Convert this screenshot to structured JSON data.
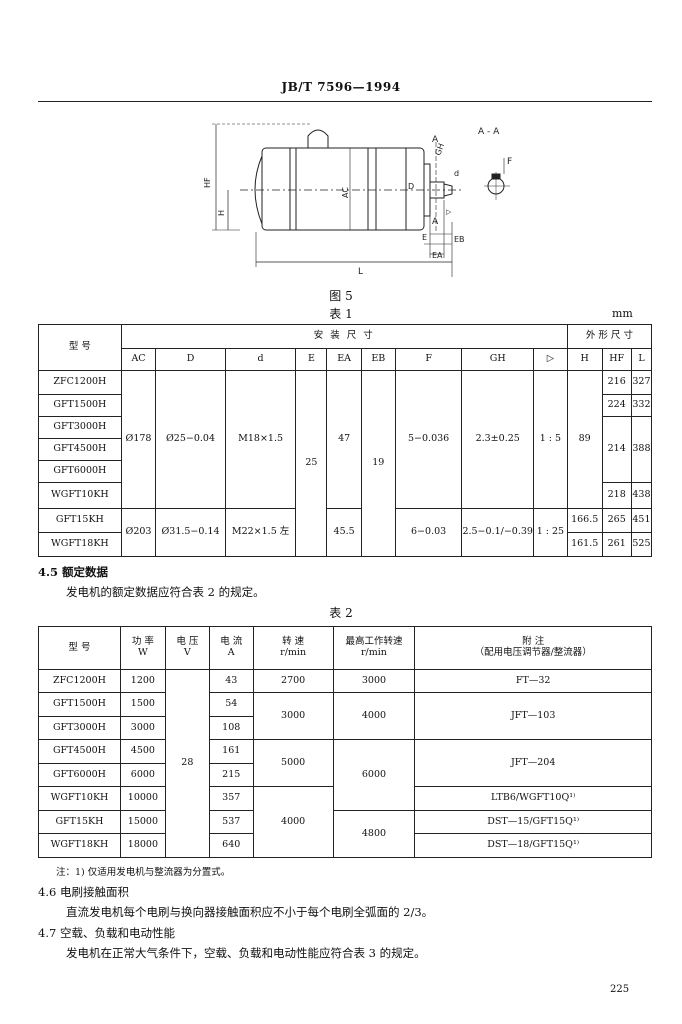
{
  "header": {
    "code": "JB/T 7596—1994"
  },
  "figure": {
    "caption": "图  5",
    "labels": {
      "section_aa": "A - A",
      "a_top": "A",
      "a_bottom": "A",
      "hf": "HF",
      "h": "H",
      "ac": "AC",
      "d_upper": "D",
      "d_lower": "d",
      "gh": "GH",
      "f": "F",
      "e": "E",
      "eb": "EB",
      "ea": "EA",
      "l": "L",
      "taper": "▷"
    }
  },
  "table1": {
    "caption": "表   1",
    "unit": "mm",
    "header": {
      "model": "型    号",
      "install_group": "安  装  尺  寸",
      "outline_group": "外 形 尺 寸",
      "cols": [
        "AC",
        "D",
        "d",
        "E",
        "EA",
        "EB",
        "F",
        "GH",
        "▷",
        "H",
        "HF",
        "L"
      ]
    },
    "models": [
      "ZFC1200H",
      "GFT1500H",
      "GFT3000H",
      "GFT4500H",
      "GFT6000H",
      "WGFT10KH",
      "GFT15KH",
      "WGFT18KH"
    ],
    "group_a": {
      "ac": "Ø178",
      "d_shaft": "Ø25−0.04",
      "d_thread": "M18×1.5",
      "ea": "47",
      "f": "5−0.036",
      "gh": "2.3±0.25",
      "taper": "1 : 5",
      "h": "89"
    },
    "group_b": {
      "ac": "Ø203",
      "d_shaft": "Ø31.5−0.14",
      "d_thread": "M22×1.5 左",
      "ea": "45.5",
      "f": "6−0.03",
      "gh": "2.5−0.1/−0.39",
      "taper": "1 : 25"
    },
    "shared": {
      "e": "25",
      "eb": "19"
    },
    "h_values": {
      "gft15kh": "166.5",
      "wgft18kh": "161.5"
    },
    "hf_values": {
      "zfc1200h": "216",
      "gft1500h": "224",
      "gft3000_6000": "214",
      "wgft10kh": "218",
      "gft15kh": "265",
      "wgft18kh": "261"
    },
    "l_values": {
      "zfc1200h": "327",
      "gft1500h": "332",
      "gft3000_6000": "388",
      "wgft10kh": "438",
      "gft15kh": "451",
      "wgft18kh": "525"
    }
  },
  "section45": {
    "title": "4.5  额定数据",
    "text": "发电机的额定数据应符合表 2 的规定。"
  },
  "table2": {
    "caption": "表   2",
    "header": {
      "model": "型    号",
      "power": "功  率",
      "power_unit": "W",
      "voltage": "电  压",
      "voltage_unit": "V",
      "current": "电  流",
      "current_unit": "A",
      "speed": "转      速",
      "speed_unit": "r/min",
      "max_speed": "最高工作转速",
      "max_speed_unit": "r/min",
      "remark": "附        注",
      "remark_sub": "（配用电压调节器/整流器）"
    },
    "rows": [
      {
        "model": "ZFC1200H",
        "power": "1200",
        "current": "43"
      },
      {
        "model": "GFT1500H",
        "power": "1500",
        "current": "54"
      },
      {
        "model": "GFT3000H",
        "power": "3000",
        "current": "108"
      },
      {
        "model": "GFT4500H",
        "power": "4500",
        "current": "161"
      },
      {
        "model": "GFT6000H",
        "power": "6000",
        "current": "215"
      },
      {
        "model": "WGFT10KH",
        "power": "10000",
        "current": "357"
      },
      {
        "model": "GFT15KH",
        "power": "15000",
        "current": "537"
      },
      {
        "model": "WGFT18KH",
        "power": "18000",
        "current": "640"
      }
    ],
    "voltage_all": "28",
    "speed": {
      "s2700": "2700",
      "s3000": "3000",
      "s5000": "5000",
      "s4000": "4000"
    },
    "max_speed": {
      "m3000": "3000",
      "m4000": "4000",
      "m6000": "6000",
      "m4800": "4800"
    },
    "remarks": {
      "ft32": "FT—32",
      "jft103": "JFT—103",
      "jft204": "JFT—204",
      "ltb6": "LTB6/WGFT10Q¹⁾",
      "dst15": "DST—15/GFT15Q¹⁾",
      "dst18": "DST—18/GFT15Q¹⁾"
    },
    "note": "注：1)    仅适用发电机与整流器为分置式。"
  },
  "section46": {
    "title": "4.6  电刷接触面积",
    "text": "直流发电机每个电刷与换向器接触面积应不小于每个电刷全弧面的 2/3。"
  },
  "section47": {
    "title": "4.7  空载、负载和电动性能",
    "text": "发电机在正常大气条件下，空载、负载和电动性能应符合表 3 的规定。"
  },
  "page_number": "225"
}
